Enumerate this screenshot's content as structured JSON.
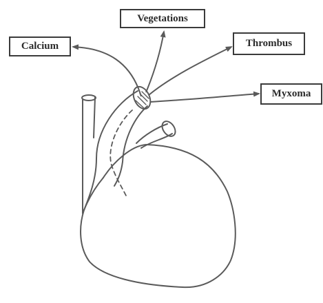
{
  "labels": {
    "vegetations": "Vegetations",
    "calcium": "Calcium",
    "thrombus": "Thrombus",
    "myxoma": "Myxoma"
  },
  "colors": {
    "line": "#5a5a5a",
    "box_border": "#3a3a3a",
    "text": "#2a2a2a",
    "background": "#ffffff"
  }
}
